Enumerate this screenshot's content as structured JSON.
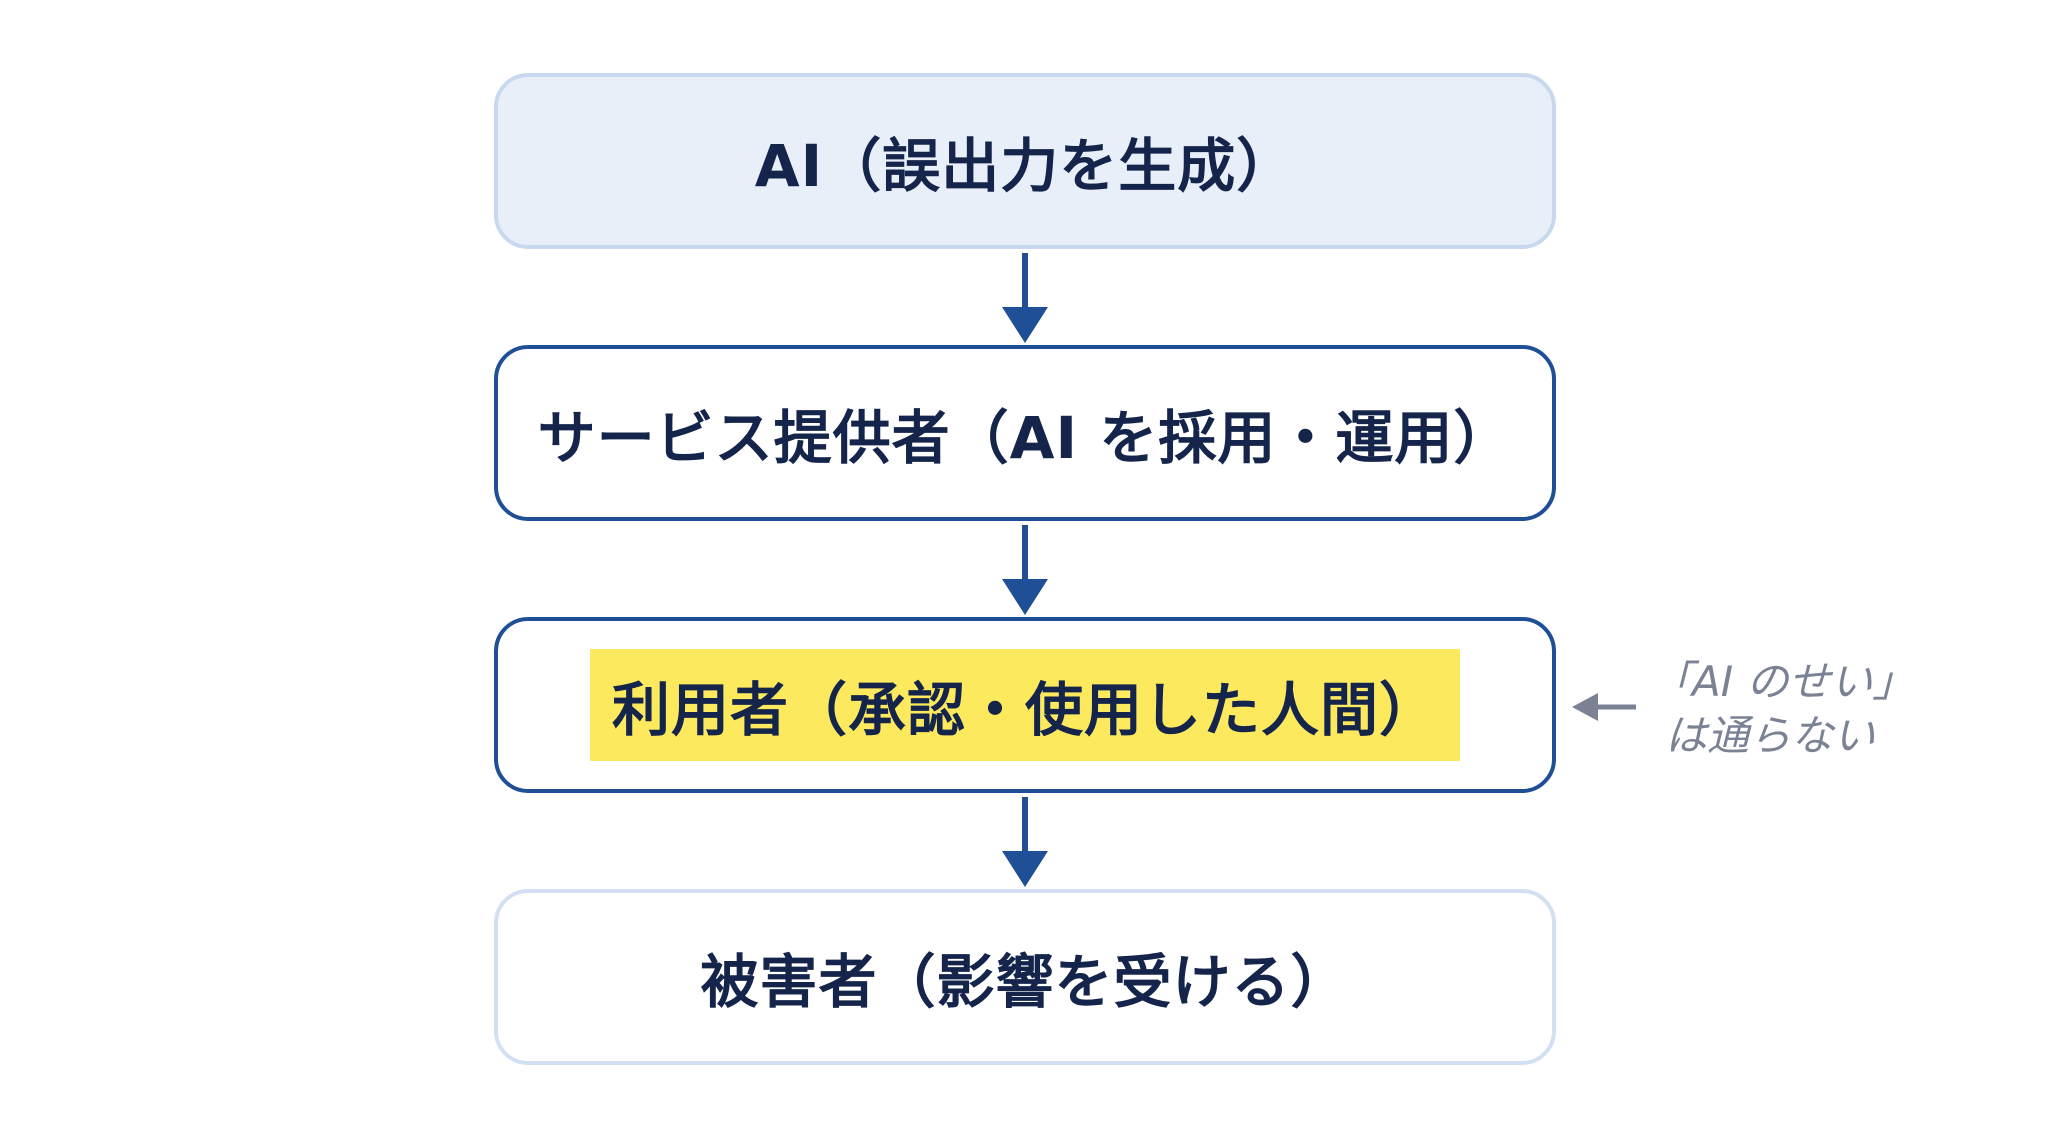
{
  "flow": {
    "steps": [
      {
        "id": "ai",
        "label": "AI（誤出力を生成）"
      },
      {
        "id": "provider",
        "label": "サービス提供者（AI を採用・運用）"
      },
      {
        "id": "user",
        "label": "利用者（承認・使用した人間）",
        "highlighted": true
      },
      {
        "id": "victim",
        "label": "被害者（影響を受ける）"
      }
    ]
  },
  "annotation": {
    "line1": "「AI のせい」",
    "line2": "は通らない",
    "points_to": "user"
  },
  "colors": {
    "primary": "#1f4f97",
    "text": "#14244a",
    "ai_fill": "#e8eff9",
    "ai_border": "#c8d8ef",
    "victim_border": "#d3e0f3",
    "highlight": "#fde95e",
    "note": "#7a8294"
  }
}
